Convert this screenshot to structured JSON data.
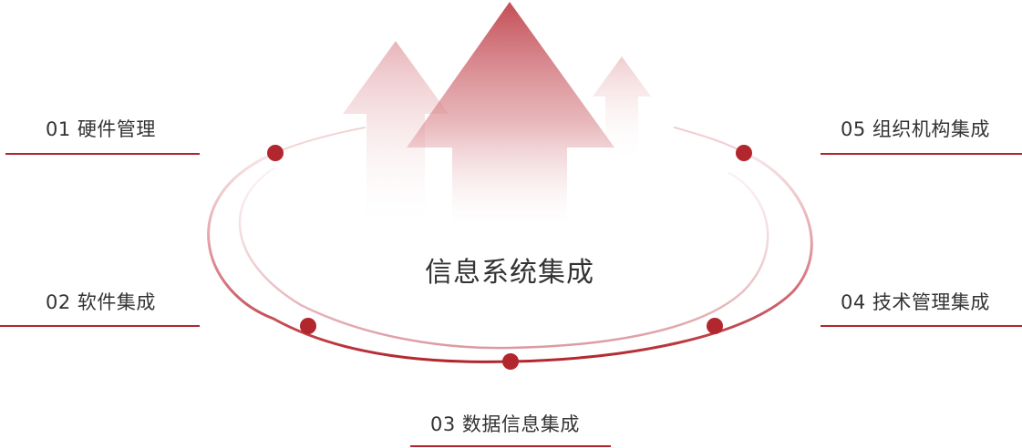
{
  "center": {
    "title": "信息系统集成"
  },
  "items": [
    {
      "num": "01",
      "text": "硬件管理"
    },
    {
      "num": "02",
      "text": "软件集成"
    },
    {
      "num": "03",
      "text": "数据信息集成"
    },
    {
      "num": "04",
      "text": "技术管理集成"
    },
    {
      "num": "05",
      "text": "组织机构集成"
    }
  ],
  "colors": {
    "accent": "#b2262d",
    "arrow": "#c9555e",
    "text": "#333333"
  }
}
